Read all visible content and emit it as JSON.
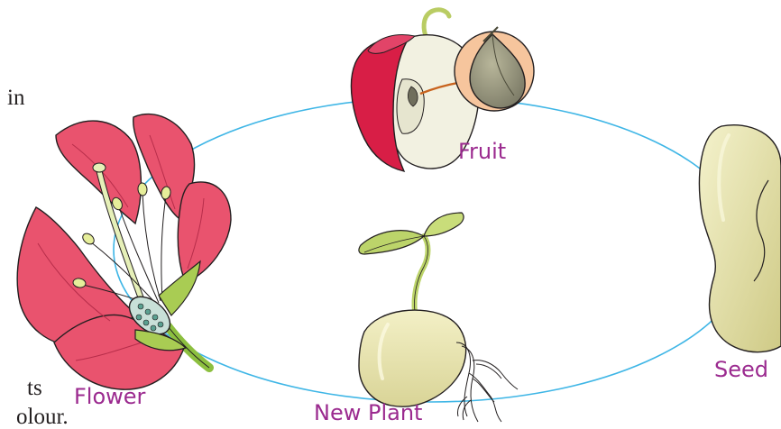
{
  "colors": {
    "cycle_line": "#3fb6e6",
    "label_text": "#9b2a8f",
    "petal": "#e9536e",
    "petal_dark": "#b72d4a",
    "fruit_red": "#d81e46",
    "fruit_flesh": "#f2f1e1",
    "seed_fill": "#e3e0ad",
    "leaf": "#bcd46a",
    "zoom_circle": "#f6c59d",
    "arrow": "#c8631e"
  },
  "fragments": {
    "line_1": "in",
    "line_2": "ts",
    "line_3": "olour."
  },
  "stages": {
    "fruit": {
      "label": "Fruit",
      "icon": "fruit-icon"
    },
    "seed": {
      "label": "Seed",
      "icon": "seed-icon"
    },
    "new_plant": {
      "label": "New Plant",
      "icon": "seedling-icon"
    },
    "flower": {
      "label": "Flower",
      "icon": "flower-icon"
    }
  }
}
